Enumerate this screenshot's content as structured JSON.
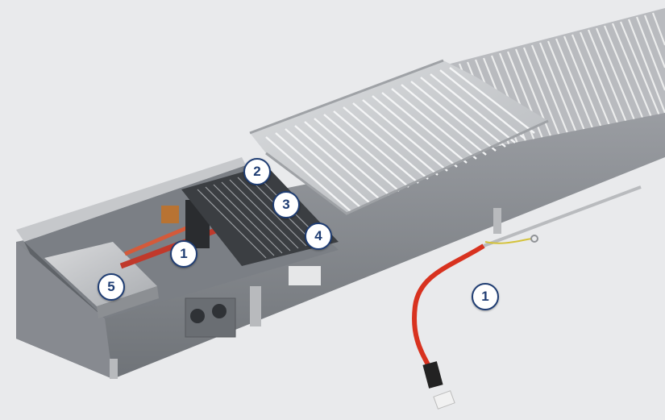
{
  "callouts": {
    "temperature_sensor_in_unit": "1",
    "fan_heat_exchanger": "2",
    "heat_exchanger": "3",
    "grille_edge": "4",
    "control_box": "5",
    "temperature_sensor_separate": "1"
  },
  "colors": {
    "background": "#e9eaec",
    "callout_ring": "#1f3d73",
    "callout_fill": "#ffffff",
    "housing": "#8e9196",
    "grille": "#c9cbce",
    "cable": "#d8321f"
  },
  "icons": [
    "trench-convector-illustration",
    "sensor-cable-illustration"
  ]
}
